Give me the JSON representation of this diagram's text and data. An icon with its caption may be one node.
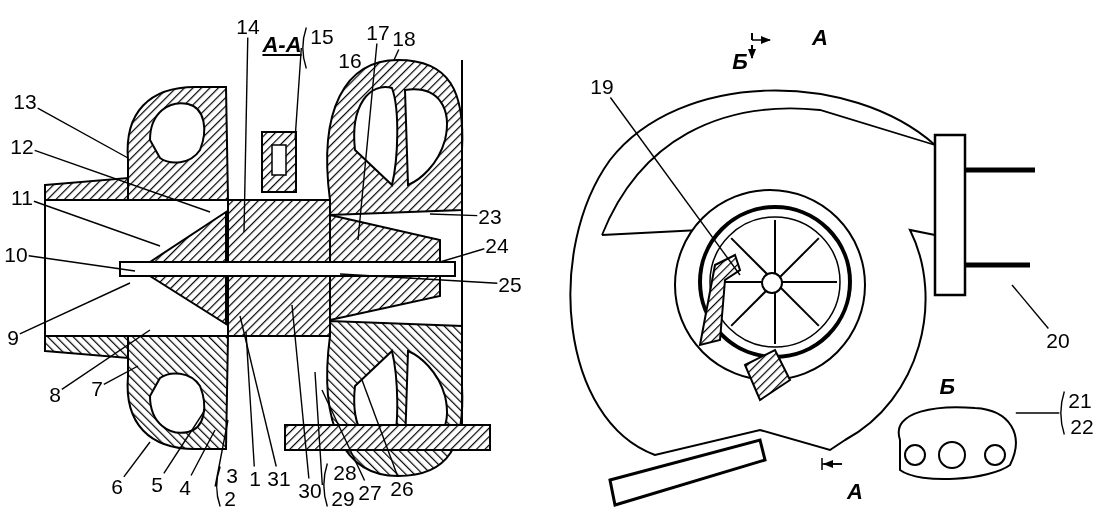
{
  "diagram": {
    "nodes": [
      {
        "text": [
          "1"
        ]
      },
      {
        "text": [
          "2"
        ]
      },
      {
        "text": [
          "3"
        ]
      },
      {
        "text": [
          "4"
        ]
      },
      {
        "text": [
          "5"
        ]
      },
      {
        "text": [
          "6"
        ]
      },
      {
        "text": [
          "7"
        ]
      },
      {
        "text": [
          "8"
        ]
      },
      {
        "text": [
          "9"
        ]
      },
      {
        "text": [
          "10"
        ]
      },
      {
        "text": [
          "11"
        ]
      },
      {
        "text": [
          "12"
        ]
      },
      {
        "text": [
          "13"
        ]
      },
      {
        "text": [
          "14"
        ]
      },
      {
        "text": [
          "15"
        ]
      },
      {
        "text": [
          "16"
        ]
      },
      {
        "text": [
          "17"
        ]
      },
      {
        "text": [
          "18"
        ]
      },
      {
        "text": [
          "19"
        ]
      },
      {
        "text": [
          "20"
        ]
      },
      {
        "text": [
          "21"
        ]
      },
      {
        "text": [
          "22"
        ]
      },
      {
        "text": [
          "23"
        ]
      },
      {
        "text": [
          "24"
        ]
      },
      {
        "text": [
          "25"
        ]
      },
      {
        "text": [
          "26"
        ]
      },
      {
        "text": [
          "27"
        ]
      },
      {
        "text": [
          "28"
        ]
      },
      {
        "text": [
          "29"
        ]
      },
      {
        "text": [
          "30"
        ]
      },
      {
        "text": [
          "31"
        ]
      },
      {
        "text": [],
        "shape": "picture",
        "beside": [
          "Б"
        ]
      }
    ],
    "edges": [
      {
        "from": 0,
        "to": null,
        "arrow": "none"
      },
      {
        "from": 1,
        "to": null,
        "arrow": "none"
      },
      {
        "from": 2,
        "to": null,
        "arrow": "none"
      },
      {
        "from": 3,
        "to": null,
        "arrow": "none"
      },
      {
        "from": 4,
        "to": null,
        "arrow": "none"
      },
      {
        "from": 5,
        "to": null,
        "arrow": "none"
      },
      {
        "from": 6,
        "to": null,
        "arrow": "none"
      },
      {
        "from": 7,
        "to": null,
        "arrow": "none"
      },
      {
        "from": 8,
        "to": null,
        "arrow": "none"
      },
      {
        "from": 9,
        "to": null,
        "arrow": "none"
      },
      {
        "from": 10,
        "to": null,
        "arrow": "none"
      },
      {
        "from": 11,
        "to": null,
        "arrow": "none"
      },
      {
        "from": 12,
        "to": null,
        "arrow": "none"
      },
      {
        "from": 13,
        "to": null,
        "arrow": "none"
      },
      {
        "from": 14,
        "to": null,
        "arrow": "none"
      },
      {
        "from": 15,
        "to": null,
        "arrow": "none"
      },
      {
        "from": 16,
        "to": null,
        "arrow": "none"
      },
      {
        "from": 17,
        "to": null,
        "arrow": "none"
      },
      {
        "from": 18,
        "to": null,
        "arrow": "none"
      },
      {
        "from": 19,
        "to": null,
        "arrow": "none"
      },
      {
        "from": 20,
        "to": 31,
        "arrow": "none"
      },
      {
        "from": 21,
        "to": 31,
        "arrow": "none"
      },
      {
        "from": 22,
        "to": null,
        "arrow": "none"
      },
      {
        "from": 23,
        "to": null,
        "arrow": "none"
      },
      {
        "from": 24,
        "to": null,
        "arrow": "none"
      },
      {
        "from": 25,
        "to": null,
        "arrow": "none"
      },
      {
        "from": 26,
        "to": null,
        "arrow": "none"
      },
      {
        "from": 27,
        "to": null,
        "arrow": "none"
      },
      {
        "from": 28,
        "to": null,
        "arrow": "none"
      },
      {
        "from": 29,
        "to": null,
        "arrow": "none"
      },
      {
        "from": 30,
        "to": null,
        "arrow": "none"
      }
    ],
    "labels": [
      "А-А",
      "А",
      "Б",
      "А"
    ]
  }
}
